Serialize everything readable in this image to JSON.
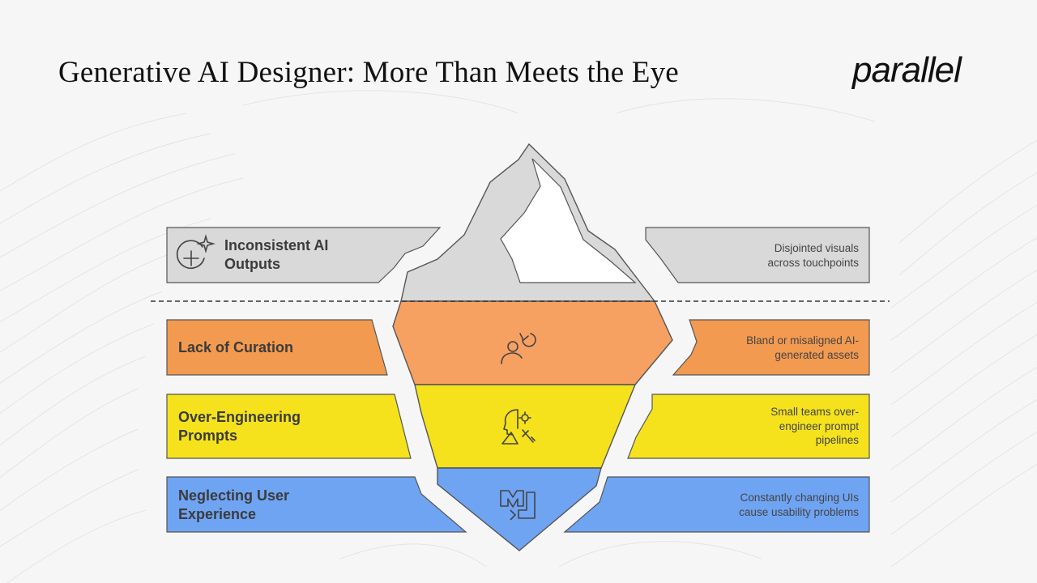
{
  "header": {
    "title": "Generative AI Designer: More Than Meets the Eye",
    "logo_text": "parallel"
  },
  "layers": [
    {
      "label": "Inconsistent AI Outputs",
      "description": "Disjointed visuals across touchpoints",
      "icon": "ai-sparkle-plus-icon",
      "color": "#d9d9d9",
      "zone": "above-water"
    },
    {
      "label": "Lack of Curation",
      "description": "Bland or misaligned AI-generated assets",
      "icon": "person-refresh-icon",
      "color": "#f39a51",
      "zone": "below-water"
    },
    {
      "label": "Over-Engineering Prompts",
      "description": "Small teams over-engineer prompt pipelines",
      "icon": "head-gear-tools-icon",
      "color": "#f5e21d",
      "zone": "below-water"
    },
    {
      "label": "Neglecting User Experience",
      "description": "Constantly changing UIs cause usability problems",
      "icon": "broken-ui-blocks-icon",
      "color": "#6fa4f3",
      "zone": "below-water"
    }
  ]
}
